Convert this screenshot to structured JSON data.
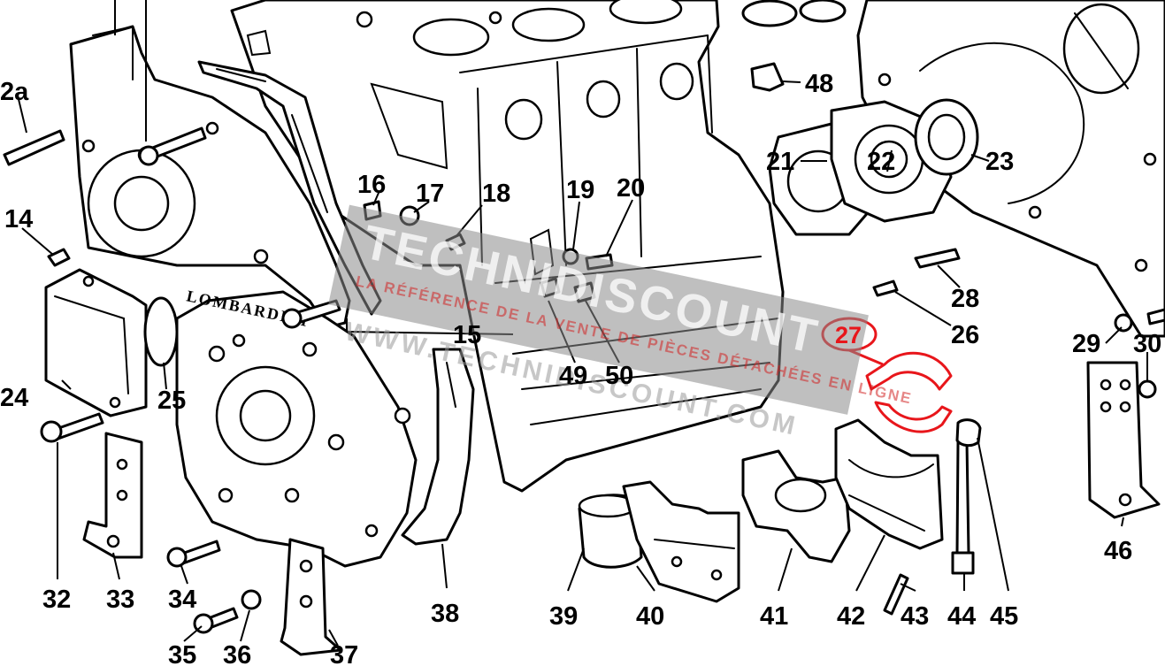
{
  "diagram": {
    "callouts": [
      {
        "id": "c2a",
        "text": "2a"
      },
      {
        "id": "c14",
        "text": "14"
      },
      {
        "id": "c15",
        "text": "15"
      },
      {
        "id": "c16",
        "text": "16"
      },
      {
        "id": "c17",
        "text": "17"
      },
      {
        "id": "c18",
        "text": "18"
      },
      {
        "id": "c19",
        "text": "19"
      },
      {
        "id": "c20",
        "text": "20"
      },
      {
        "id": "c21",
        "text": "21"
      },
      {
        "id": "c22",
        "text": "22"
      },
      {
        "id": "c23",
        "text": "23"
      },
      {
        "id": "c24",
        "text": "24"
      },
      {
        "id": "c25",
        "text": "25"
      },
      {
        "id": "c26",
        "text": "26"
      },
      {
        "id": "c27",
        "text": "27"
      },
      {
        "id": "c28",
        "text": "28"
      },
      {
        "id": "c29",
        "text": "29"
      },
      {
        "id": "c30",
        "text": "30"
      },
      {
        "id": "c32",
        "text": "32"
      },
      {
        "id": "c33",
        "text": "33"
      },
      {
        "id": "c34",
        "text": "34"
      },
      {
        "id": "c35",
        "text": "35"
      },
      {
        "id": "c36",
        "text": "36"
      },
      {
        "id": "c37",
        "text": "37"
      },
      {
        "id": "c38",
        "text": "38"
      },
      {
        "id": "c39",
        "text": "39"
      },
      {
        "id": "c40",
        "text": "40"
      },
      {
        "id": "c41",
        "text": "41"
      },
      {
        "id": "c42",
        "text": "42"
      },
      {
        "id": "c43",
        "text": "43"
      },
      {
        "id": "c44",
        "text": "44"
      },
      {
        "id": "c45",
        "text": "45"
      },
      {
        "id": "c46",
        "text": "46"
      },
      {
        "id": "c48",
        "text": "48"
      },
      {
        "id": "c49",
        "text": "49"
      },
      {
        "id": "c50",
        "text": "50"
      }
    ],
    "highlight_color": "#e8161b",
    "highlighted_part": "27",
    "casting_lettering": "LOMBARDINI"
  },
  "watermark": {
    "brand": "TECHNIDISCOUNT",
    "tagline": "LA RÉFÉRENCE DE LA VENTE DE PIÈCES DÉTACHÉES EN LIGNE",
    "url": "WWW.TECHNIDISCOUNT.COM"
  }
}
